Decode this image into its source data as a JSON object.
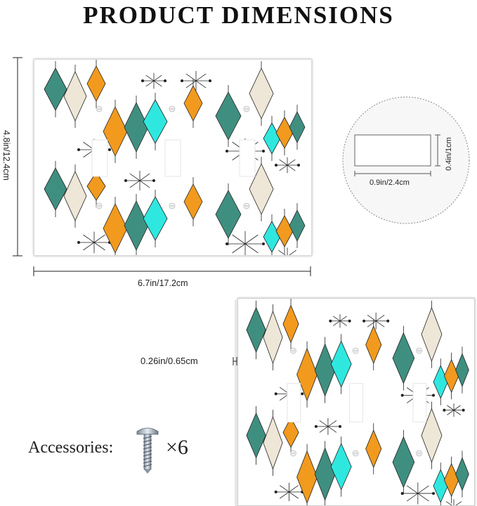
{
  "title": "PRODUCT DIMENSIONS",
  "dimensions": {
    "height_label": "4.8in/12.4cm",
    "width_label": "6.7in/17.2cm",
    "thickness_label": "0.26in/0.65cm"
  },
  "opening": {
    "width_label": "0.9in/2.4cm",
    "height_label": "0.4in/1cm"
  },
  "accessories": {
    "label": "Accessories:",
    "quantity_label": "×6"
  },
  "colors": {
    "teal": "#3f8f80",
    "orange": "#f19a1e",
    "cream": "#eee6d6",
    "aqua": "#2ee8e0",
    "line": "#222222"
  }
}
